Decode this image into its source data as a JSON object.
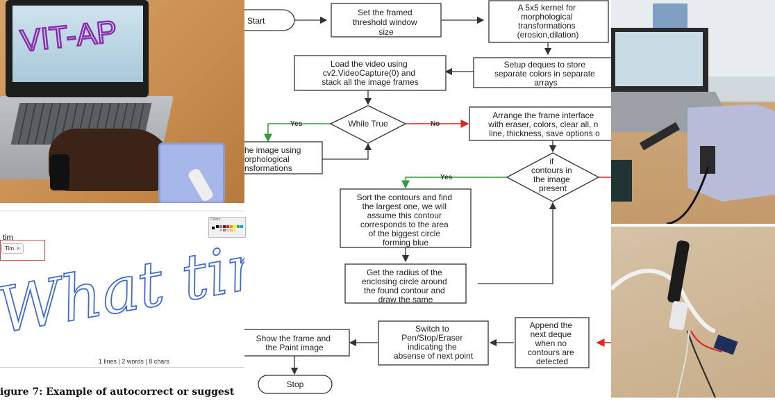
{
  "left_screenshot": {
    "input_text": "tim",
    "suggestion": "Tim",
    "handwriting": "What tim",
    "status": "1 lines | 2 words | 8 chars",
    "palette_title": "Colors"
  },
  "laptop_screen_writing": "VIT-AP",
  "caption": "igure 7: Example of autocorrect or suggest",
  "flowchart": {
    "nodes": {
      "start": "Start",
      "threshold": [
        "Set the framed",
        "threshold window",
        "size"
      ],
      "kernel": [
        "A 5x5 kernel for",
        "morphological",
        "transformations",
        "(erosion,dilation)"
      ],
      "deques": [
        "Setup deques to store",
        "separate colors in separate",
        "arrays"
      ],
      "load": [
        "Load the video using",
        "cv2.VideoCapture(0) and",
        "stack all the image frames"
      ],
      "while": "While True",
      "arrange": [
        "Arrange the frame interface",
        "with eraser, colors, clear all, n",
        "line, thickness, save options o"
      ],
      "image": [
        "he image using",
        "orphological",
        "nsformations"
      ],
      "contours": [
        "if",
        "contours in",
        "the image",
        "present"
      ],
      "sort": [
        "Sort the contours and find",
        "the largest one, we will",
        "assume this contour",
        "corresponds to the area",
        "of the biggest circle",
        "forming blue"
      ],
      "radius": [
        "Get the radius of the",
        "enclosing circle around",
        "the found contour and",
        "draw the same"
      ],
      "append": [
        "Append the",
        "next deque",
        "when no",
        "contours are",
        "detected"
      ],
      "switch": [
        "Switch to",
        "Pen/Stop/Eraser",
        "indicating the",
        "absense of next point"
      ],
      "show": [
        "Show the frame and",
        "the Paint image"
      ],
      "stop": "Stop"
    },
    "edge_labels": {
      "yes1": "Yes",
      "no1": "No",
      "yes2": "Yes"
    },
    "colors": {
      "yes": "#2e9e3a",
      "no": "#e02424",
      "line": "#333333"
    }
  }
}
